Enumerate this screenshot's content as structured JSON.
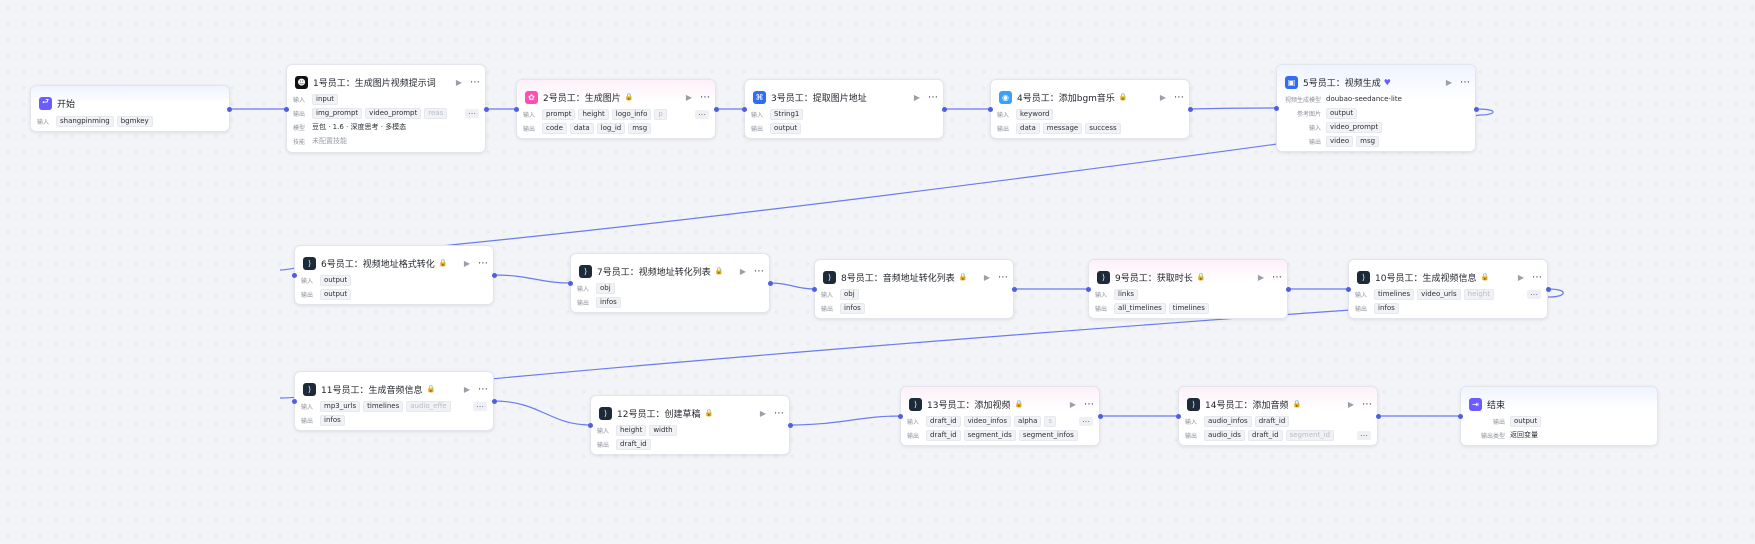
{
  "labels": {
    "input": "输入",
    "output": "输出",
    "model": "模型",
    "skill": "技能",
    "video_model": "视频生成模型",
    "ref_image": "参考图片",
    "output_type": "输出类型"
  },
  "icons": {
    "start": "start-icon",
    "end": "end-icon",
    "llm": "llm-icon",
    "image": "image-gen-icon",
    "plugin": "plugin-icon",
    "code": "code-icon",
    "video": "video-gen-icon"
  },
  "colors": {
    "edge": "#6b7bf0",
    "port": "#4e5fe0",
    "start_icon": "#6b5cff",
    "pink_icon": "#ff4fb2",
    "blue_icon": "#2f6df6"
  },
  "nodes": {
    "start": {
      "title": "开始",
      "inputs": [
        "shangpinming",
        "bgmkey"
      ]
    },
    "n1": {
      "title": "1号员工：生成图片视频提示词",
      "inputs": [
        "input"
      ],
      "outputs": [
        "img_prompt",
        "video_prompt",
        "reas"
      ],
      "model": "豆包 · 1.6 · 深度思考 · 多模态",
      "skill": "未配置技能"
    },
    "n2": {
      "title": "2号员工：生成图片",
      "inputs": [
        "prompt",
        "height",
        "logo_info",
        "p"
      ],
      "outputs": [
        "code",
        "data",
        "log_id",
        "msg"
      ]
    },
    "n3": {
      "title": "3号员工：提取图片地址",
      "inputs": [
        "String1"
      ],
      "outputs": [
        "output"
      ]
    },
    "n4": {
      "title": "4号员工：添加bgm音乐",
      "inputs": [
        "keyword"
      ],
      "outputs": [
        "data",
        "message",
        "success"
      ]
    },
    "n5": {
      "title": "5号员工：视频生成",
      "model": "doubao-seedance-lite",
      "ref": "output",
      "inputs": [
        "video_prompt"
      ],
      "outputs": [
        "video",
        "msg"
      ]
    },
    "n6": {
      "title": "6号员工：视频地址格式转化",
      "inputs": [
        "output"
      ],
      "outputs": [
        "output"
      ]
    },
    "n7": {
      "title": "7号员工：视频地址转化列表",
      "inputs": [
        "obj"
      ],
      "outputs": [
        "infos"
      ]
    },
    "n8": {
      "title": "8号员工：音频地址转化列表",
      "inputs": [
        "obj"
      ],
      "outputs": [
        "infos"
      ]
    },
    "n9": {
      "title": "9号员工：获取时长",
      "inputs": [
        "links"
      ],
      "outputs": [
        "all_timelines",
        "timelines"
      ]
    },
    "n10": {
      "title": "10号员工：生成视频信息",
      "inputs": [
        "timelines",
        "video_urls",
        "height"
      ],
      "outputs": [
        "infos"
      ]
    },
    "n11": {
      "title": "11号员工：生成音频信息",
      "inputs": [
        "mp3_urls",
        "timelines",
        "audio_effe"
      ],
      "outputs": [
        "infos"
      ]
    },
    "n12": {
      "title": "12号员工：创建草稿",
      "inputs": [
        "height",
        "width"
      ],
      "outputs": [
        "draft_id"
      ]
    },
    "n13": {
      "title": "13号员工：添加视频",
      "inputs": [
        "draft_id",
        "video_infos",
        "alpha",
        "s"
      ],
      "outputs": [
        "draft_id",
        "segment_ids",
        "segment_infos"
      ]
    },
    "n14": {
      "title": "14号员工：添加音频",
      "inputs": [
        "audio_infos",
        "draft_id"
      ],
      "outputs": [
        "audio_ids",
        "draft_id",
        "segment_id"
      ]
    },
    "end": {
      "title": "结束",
      "outputs": [
        "output"
      ],
      "output_type": "返回变量"
    }
  }
}
